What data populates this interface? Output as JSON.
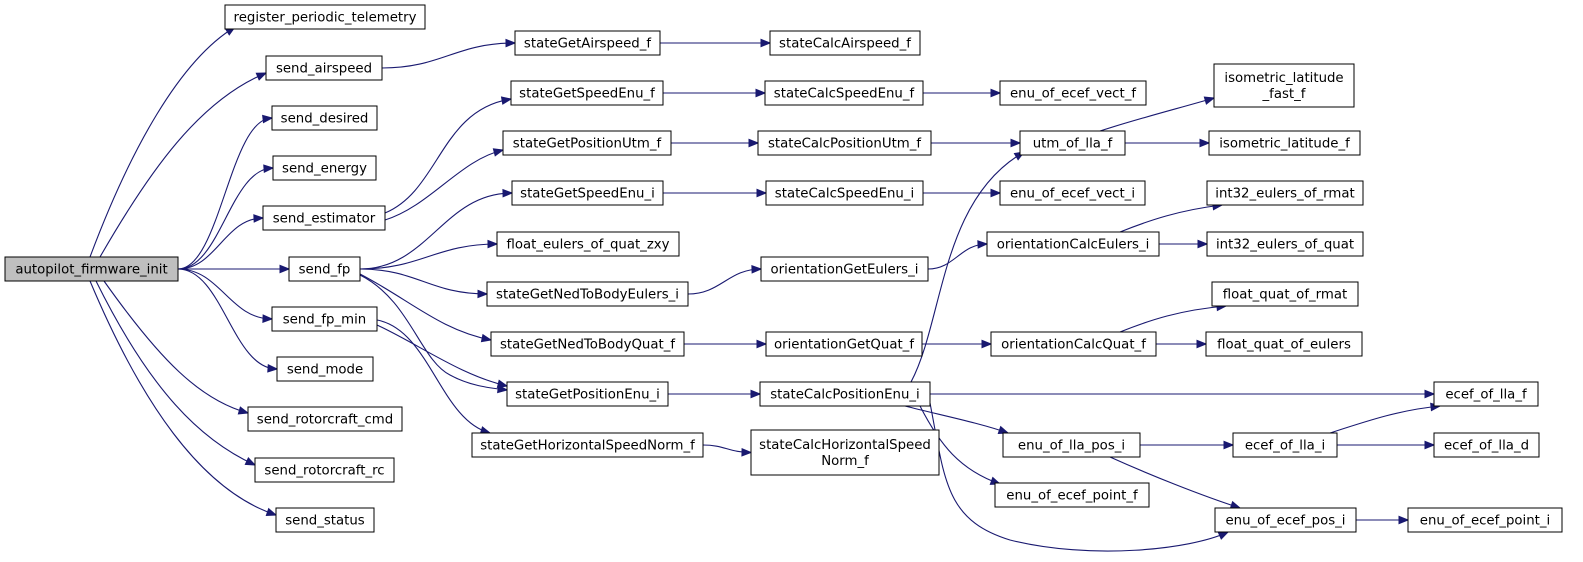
{
  "colors": {
    "edge": "#191970",
    "node_border": "#000000",
    "node_fill": "#ffffff",
    "root_fill": "#bfbfbf"
  },
  "nodes": [
    {
      "id": "autopilot_firmware_init",
      "label": "autopilot_firmware_init",
      "root": true
    },
    {
      "id": "register_periodic_telemetry",
      "label": "register_periodic_telemetry"
    },
    {
      "id": "send_airspeed",
      "label": "send_airspeed"
    },
    {
      "id": "send_desired",
      "label": "send_desired"
    },
    {
      "id": "send_energy",
      "label": "send_energy"
    },
    {
      "id": "send_estimator",
      "label": "send_estimator"
    },
    {
      "id": "send_fp",
      "label": "send_fp"
    },
    {
      "id": "send_fp_min",
      "label": "send_fp_min"
    },
    {
      "id": "send_mode",
      "label": "send_mode"
    },
    {
      "id": "send_rotorcraft_cmd",
      "label": "send_rotorcraft_cmd"
    },
    {
      "id": "send_rotorcraft_rc",
      "label": "send_rotorcraft_rc"
    },
    {
      "id": "send_status",
      "label": "send_status"
    },
    {
      "id": "stateGetAirspeed_f",
      "label": "stateGetAirspeed_f"
    },
    {
      "id": "stateGetSpeedEnu_f",
      "label": "stateGetSpeedEnu_f"
    },
    {
      "id": "stateGetPositionUtm_f",
      "label": "stateGetPositionUtm_f"
    },
    {
      "id": "stateGetSpeedEnu_i",
      "label": "stateGetSpeedEnu_i"
    },
    {
      "id": "float_eulers_of_quat_zxy",
      "label": "float_eulers_of_quat_zxy"
    },
    {
      "id": "stateGetNedToBodyEulers_i",
      "label": "stateGetNedToBodyEulers_i"
    },
    {
      "id": "stateGetNedToBodyQuat_f",
      "label": "stateGetNedToBodyQuat_f"
    },
    {
      "id": "stateGetPositionEnu_i",
      "label": "stateGetPositionEnu_i"
    },
    {
      "id": "stateGetHorizontalSpeedNorm_f",
      "label": "stateGetHorizontalSpeedNorm_f"
    },
    {
      "id": "stateCalcAirspeed_f",
      "label": "stateCalcAirspeed_f"
    },
    {
      "id": "stateCalcSpeedEnu_f",
      "label": "stateCalcSpeedEnu_f"
    },
    {
      "id": "stateCalcPositionUtm_f",
      "label": "stateCalcPositionUtm_f"
    },
    {
      "id": "stateCalcSpeedEnu_i",
      "label": "stateCalcSpeedEnu_i"
    },
    {
      "id": "orientationGetEulers_i",
      "label": "orientationGetEulers_i"
    },
    {
      "id": "orientationGetQuat_f",
      "label": "orientationGetQuat_f"
    },
    {
      "id": "stateCalcPositionEnu_i",
      "label": "stateCalcPositionEnu_i"
    },
    {
      "id": "stateCalcHorizontalSpeedNorm_f",
      "label": "stateCalcHorizontalSpeed\nNorm_f"
    },
    {
      "id": "enu_of_ecef_vect_f",
      "label": "enu_of_ecef_vect_f"
    },
    {
      "id": "utm_of_lla_f",
      "label": "utm_of_lla_f"
    },
    {
      "id": "enu_of_ecef_vect_i",
      "label": "enu_of_ecef_vect_i"
    },
    {
      "id": "orientationCalcEulers_i",
      "label": "orientationCalcEulers_i"
    },
    {
      "id": "orientationCalcQuat_f",
      "label": "orientationCalcQuat_f"
    },
    {
      "id": "enu_of_lla_pos_i",
      "label": "enu_of_lla_pos_i"
    },
    {
      "id": "enu_of_ecef_point_f",
      "label": "enu_of_ecef_point_f"
    },
    {
      "id": "isometric_latitude_fast_f",
      "label": "isometric_latitude\n_fast_f"
    },
    {
      "id": "isometric_latitude_f",
      "label": "isometric_latitude_f"
    },
    {
      "id": "int32_eulers_of_rmat",
      "label": "int32_eulers_of_rmat"
    },
    {
      "id": "int32_eulers_of_quat",
      "label": "int32_eulers_of_quat"
    },
    {
      "id": "float_quat_of_rmat",
      "label": "float_quat_of_rmat"
    },
    {
      "id": "float_quat_of_eulers",
      "label": "float_quat_of_eulers"
    },
    {
      "id": "ecef_of_lla_i",
      "label": "ecef_of_lla_i"
    },
    {
      "id": "enu_of_ecef_pos_i",
      "label": "enu_of_ecef_pos_i"
    },
    {
      "id": "ecef_of_lla_f",
      "label": "ecef_of_lla_f"
    },
    {
      "id": "ecef_of_lla_d",
      "label": "ecef_of_lla_d"
    },
    {
      "id": "enu_of_ecef_point_i",
      "label": "enu_of_ecef_point_i"
    }
  ],
  "edges": [
    [
      "autopilot_firmware_init",
      "register_periodic_telemetry"
    ],
    [
      "autopilot_firmware_init",
      "send_airspeed"
    ],
    [
      "autopilot_firmware_init",
      "send_desired"
    ],
    [
      "autopilot_firmware_init",
      "send_energy"
    ],
    [
      "autopilot_firmware_init",
      "send_estimator"
    ],
    [
      "autopilot_firmware_init",
      "send_fp"
    ],
    [
      "autopilot_firmware_init",
      "send_fp_min"
    ],
    [
      "autopilot_firmware_init",
      "send_mode"
    ],
    [
      "autopilot_firmware_init",
      "send_rotorcraft_cmd"
    ],
    [
      "autopilot_firmware_init",
      "send_rotorcraft_rc"
    ],
    [
      "autopilot_firmware_init",
      "send_status"
    ],
    [
      "send_airspeed",
      "stateGetAirspeed_f"
    ],
    [
      "stateGetAirspeed_f",
      "stateCalcAirspeed_f"
    ],
    [
      "send_estimator",
      "stateGetSpeedEnu_f"
    ],
    [
      "send_estimator",
      "stateGetPositionUtm_f"
    ],
    [
      "stateGetSpeedEnu_f",
      "stateCalcSpeedEnu_f"
    ],
    [
      "stateCalcSpeedEnu_f",
      "enu_of_ecef_vect_f"
    ],
    [
      "stateGetPositionUtm_f",
      "stateCalcPositionUtm_f"
    ],
    [
      "stateCalcPositionUtm_f",
      "utm_of_lla_f"
    ],
    [
      "utm_of_lla_f",
      "isometric_latitude_fast_f"
    ],
    [
      "utm_of_lla_f",
      "isometric_latitude_f"
    ],
    [
      "send_fp",
      "stateGetSpeedEnu_i"
    ],
    [
      "send_fp",
      "float_eulers_of_quat_zxy"
    ],
    [
      "send_fp",
      "stateGetNedToBodyEulers_i"
    ],
    [
      "send_fp",
      "stateGetNedToBodyQuat_f"
    ],
    [
      "send_fp",
      "stateGetPositionEnu_i"
    ],
    [
      "stateGetSpeedEnu_i",
      "stateCalcSpeedEnu_i"
    ],
    [
      "stateCalcSpeedEnu_i",
      "enu_of_ecef_vect_i"
    ],
    [
      "stateGetNedToBodyEulers_i",
      "orientationGetEulers_i"
    ],
    [
      "orientationGetEulers_i",
      "orientationCalcEulers_i"
    ],
    [
      "orientationCalcEulers_i",
      "int32_eulers_of_rmat"
    ],
    [
      "orientationCalcEulers_i",
      "int32_eulers_of_quat"
    ],
    [
      "stateGetNedToBodyQuat_f",
      "orientationGetQuat_f"
    ],
    [
      "orientationGetQuat_f",
      "orientationCalcQuat_f"
    ],
    [
      "orientationCalcQuat_f",
      "float_quat_of_rmat"
    ],
    [
      "orientationCalcQuat_f",
      "float_quat_of_eulers"
    ],
    [
      "send_fp_min",
      "stateGetPositionEnu_i"
    ],
    [
      "send_fp_min",
      "stateGetHorizontalSpeedNorm_f"
    ],
    [
      "stateGetPositionEnu_i",
      "stateCalcPositionEnu_i"
    ],
    [
      "stateCalcPositionEnu_i",
      "utm_of_lla_f"
    ],
    [
      "stateCalcPositionEnu_i",
      "ecef_of_lla_f"
    ],
    [
      "stateCalcPositionEnu_i",
      "enu_of_lla_pos_i"
    ],
    [
      "stateCalcPositionEnu_i",
      "enu_of_ecef_point_f"
    ],
    [
      "stateCalcPositionEnu_i",
      "enu_of_ecef_pos_i"
    ],
    [
      "stateGetHorizontalSpeedNorm_f",
      "stateCalcHorizontalSpeedNorm_f"
    ],
    [
      "enu_of_lla_pos_i",
      "ecef_of_lla_i"
    ],
    [
      "enu_of_lla_pos_i",
      "enu_of_ecef_pos_i"
    ],
    [
      "ecef_of_lla_i",
      "ecef_of_lla_f"
    ],
    [
      "ecef_of_lla_i",
      "ecef_of_lla_d"
    ],
    [
      "enu_of_ecef_pos_i",
      "enu_of_ecef_point_i"
    ]
  ]
}
